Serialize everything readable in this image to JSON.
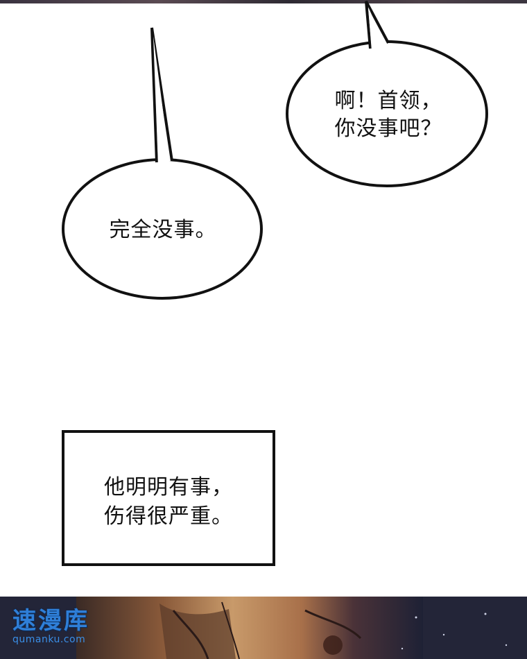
{
  "bubbles": {
    "right": "啊！首领，\n你没事吧？",
    "left": "完全没事。"
  },
  "narration": "他明明有事，\n伤得很严重。",
  "watermark": {
    "title": "速漫库",
    "url": "qumanku.com"
  },
  "colors": {
    "watermark": "#2f7fd8",
    "ink": "#111111"
  }
}
